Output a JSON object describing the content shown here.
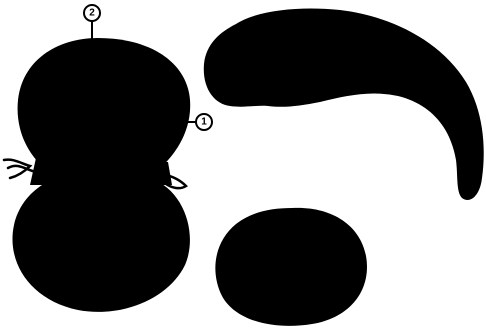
{
  "figure": {
    "background": "#ffffff",
    "ink_color": "#000000",
    "callouts": [
      {
        "id": "callout-1",
        "label": "1"
      },
      {
        "id": "callout-2",
        "label": "2"
      }
    ]
  }
}
